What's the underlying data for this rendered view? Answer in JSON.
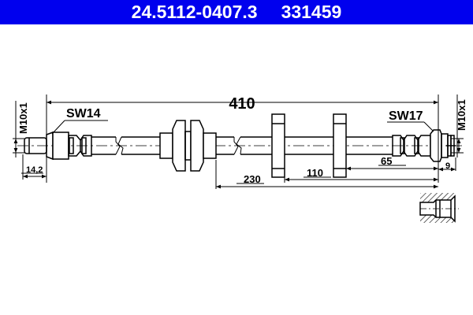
{
  "header": {
    "part_number": "24.5112-0407.3",
    "article_number": "331459",
    "background_color": "#0000ee",
    "text_color": "#ffffff"
  },
  "drawing": {
    "overall_length": "410",
    "left_fitting": {
      "wrench_size": "SW14",
      "thread": "M10x1",
      "thread_length": "14,2"
    },
    "right_fitting": {
      "wrench_size": "SW17",
      "thread": "M10x1",
      "thread_length": "9"
    },
    "dimensions": {
      "d230": "230",
      "d110": "110",
      "d65": "65"
    },
    "icons": {
      "section_detail": "hatched-port-section-icon"
    }
  }
}
